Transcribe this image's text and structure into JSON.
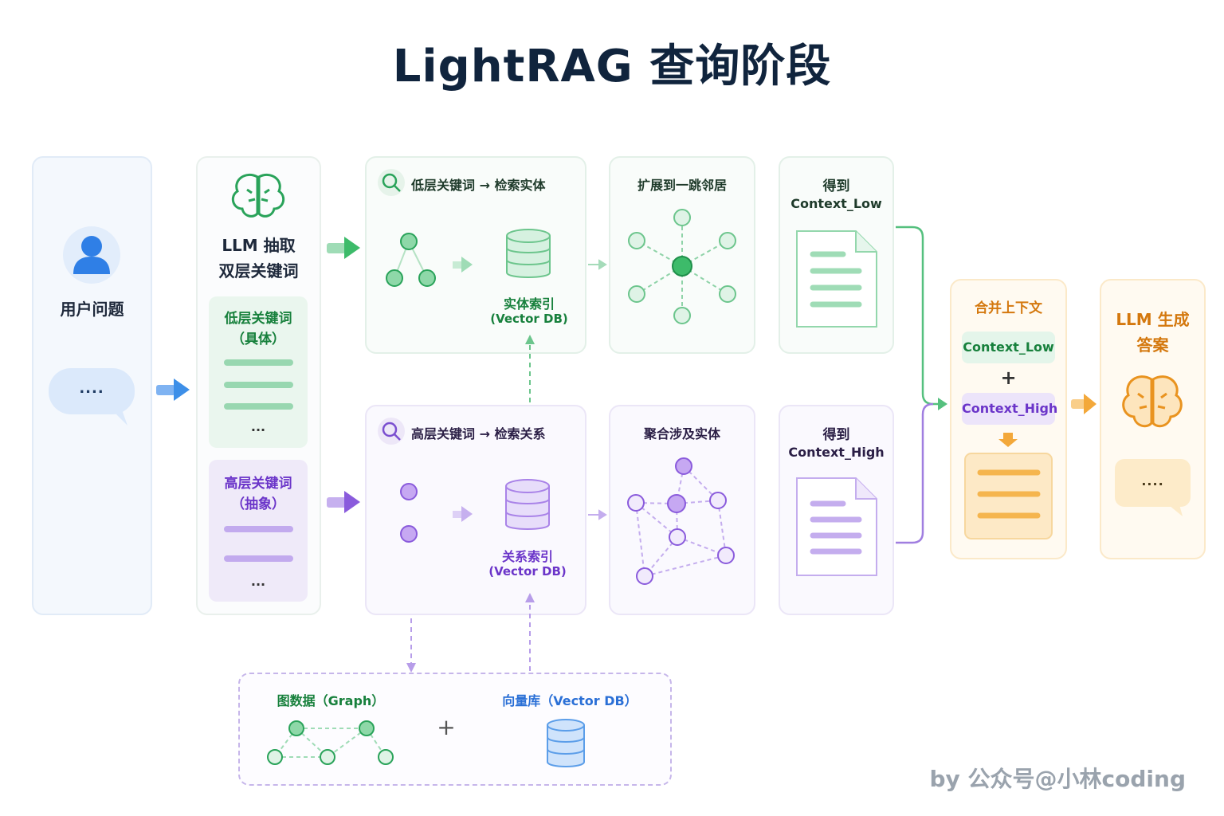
{
  "title": "LightRAG 查询阶段",
  "user": {
    "label": "用户问题",
    "bubble_text": "...."
  },
  "extract": {
    "title_line1": "LLM 抽取",
    "title_line2": "双层关键词",
    "low_title": "低层关键词",
    "low_sub": "（具体）",
    "high_title": "高层关键词",
    "high_sub": "（抽象）",
    "ellipsis": "..."
  },
  "low_path": {
    "header": "低层关键词 → 检索实体",
    "index_label": "实体索引",
    "index_sub": "(Vector DB)",
    "expand_title": "扩展到一跳邻居",
    "result_title": "得到",
    "result_sub": "Context_Low"
  },
  "high_path": {
    "header": "高层关键词 → 检索关系",
    "index_label": "关系索引",
    "index_sub": "(Vector DB)",
    "aggregate_title": "聚合涉及实体",
    "result_title": "得到",
    "result_sub": "Context_High"
  },
  "merge": {
    "title": "合并上下文",
    "chip_low": "Context_Low",
    "plus": "+",
    "chip_high": "Context_High"
  },
  "answer": {
    "title_line1": "LLM 生成",
    "title_line2": "答案",
    "bubble_text": "...."
  },
  "storage": {
    "graph_label": "图数据（Graph）",
    "plus": "+",
    "vector_label": "向量库（Vector DB）"
  },
  "watermark": "by 公众号@小林coding",
  "colors": {
    "green": "#3dbb6a",
    "purple": "#9a6fe0",
    "orange": "#f3a83a",
    "blue": "#3d8fe8",
    "title": "#10243d"
  }
}
